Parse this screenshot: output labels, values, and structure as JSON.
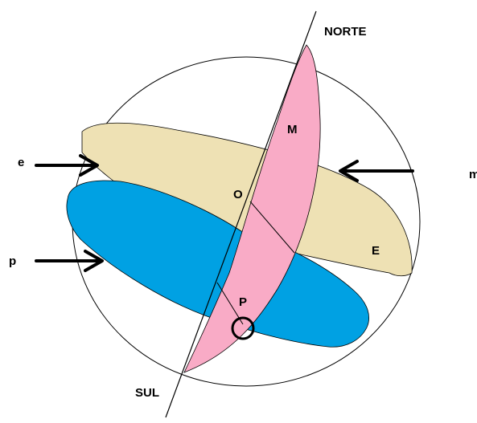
{
  "labels": {
    "north": "NORTE",
    "south": "SUL",
    "point_m": "M",
    "point_o": "O",
    "point_e": "E",
    "point_p": "P",
    "arrow_e": "e",
    "arrow_m": "m",
    "arrow_p": "p"
  },
  "colors": {
    "ecliptic_plane": "#eee1b4",
    "equator_plane": "#00a1e3",
    "meridian_plane": "#f9abc6",
    "outline": "#000000"
  }
}
